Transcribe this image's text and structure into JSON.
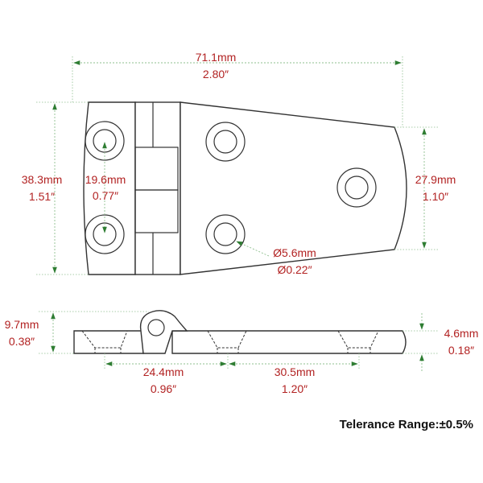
{
  "dimensions": {
    "overall_width": {
      "mm": "71.1mm",
      "in": "2.80″"
    },
    "left_height": {
      "mm": "38.3mm",
      "in": "1.51″"
    },
    "hole_spacing": {
      "mm": "19.6mm",
      "in": "0.77″"
    },
    "right_height": {
      "mm": "27.9mm",
      "in": "1.10″"
    },
    "hole_diameter": {
      "mm": "Ø5.6mm",
      "in": "Ø0.22″"
    },
    "knuckle_height": {
      "mm": "9.7mm",
      "in": "0.38″"
    },
    "plate_thickness": {
      "mm": "4.6mm",
      "in": "0.18″"
    },
    "hole_offset_a": {
      "mm": "24.4mm",
      "in": "0.96″"
    },
    "hole_offset_b": {
      "mm": "30.5mm",
      "in": "1.20″"
    }
  },
  "note": "Telerance Range:±0.5%",
  "colors": {
    "dimension_text": "#b22222",
    "arrow": "#2e7d32",
    "outline": "#333333"
  }
}
